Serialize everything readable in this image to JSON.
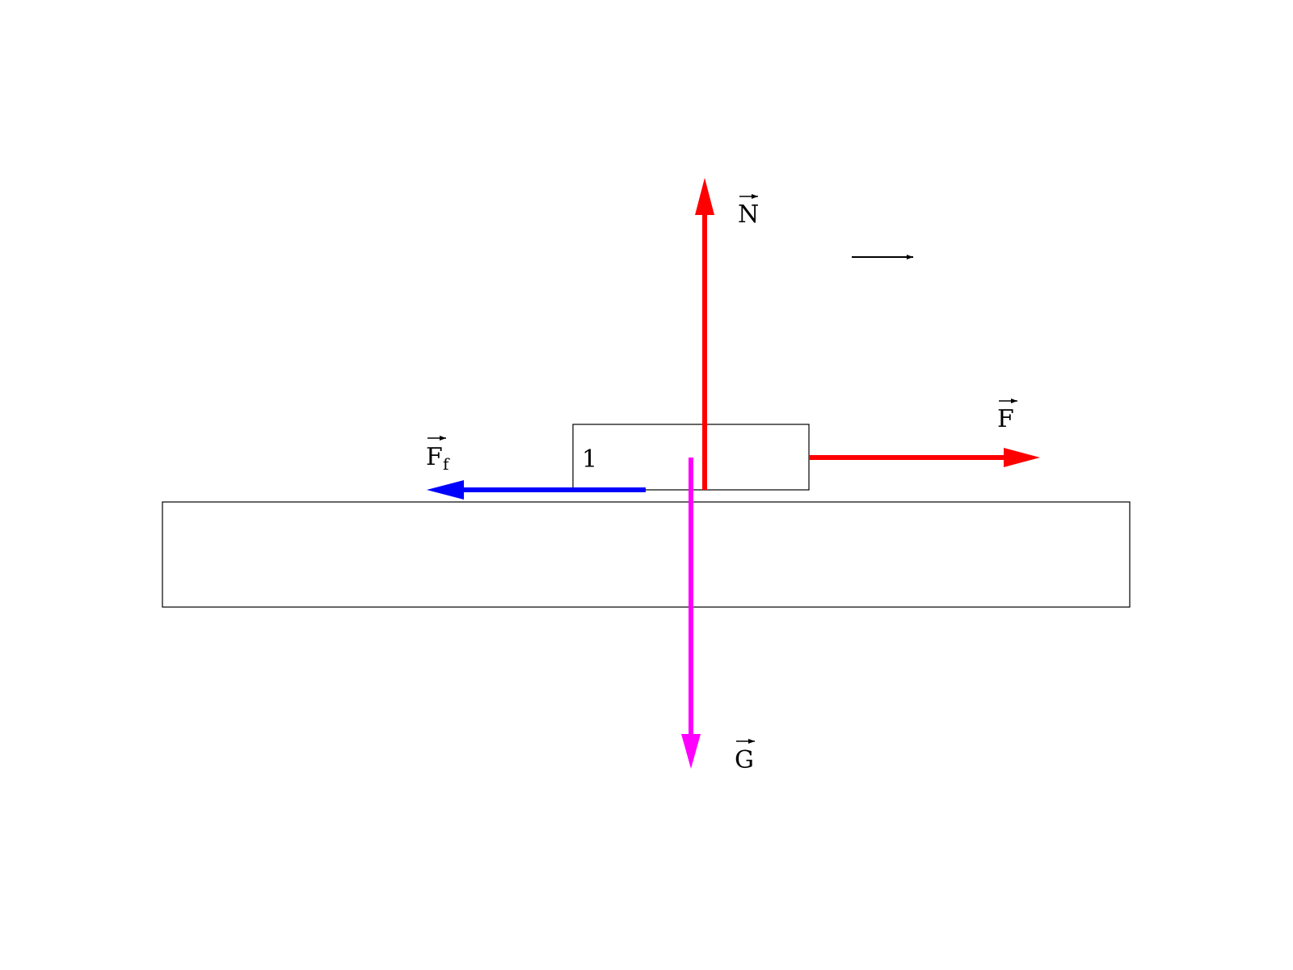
{
  "block": {
    "label": "1"
  },
  "forces": {
    "normal": {
      "label": "N",
      "color": "#ff0000"
    },
    "applied": {
      "label": "F",
      "color": "#ff0000"
    },
    "friction": {
      "label": "F",
      "subscript": "f",
      "color": "#0000ff"
    },
    "gravity": {
      "label": "G",
      "color": "#ff00ff"
    }
  },
  "motion_direction": "right"
}
